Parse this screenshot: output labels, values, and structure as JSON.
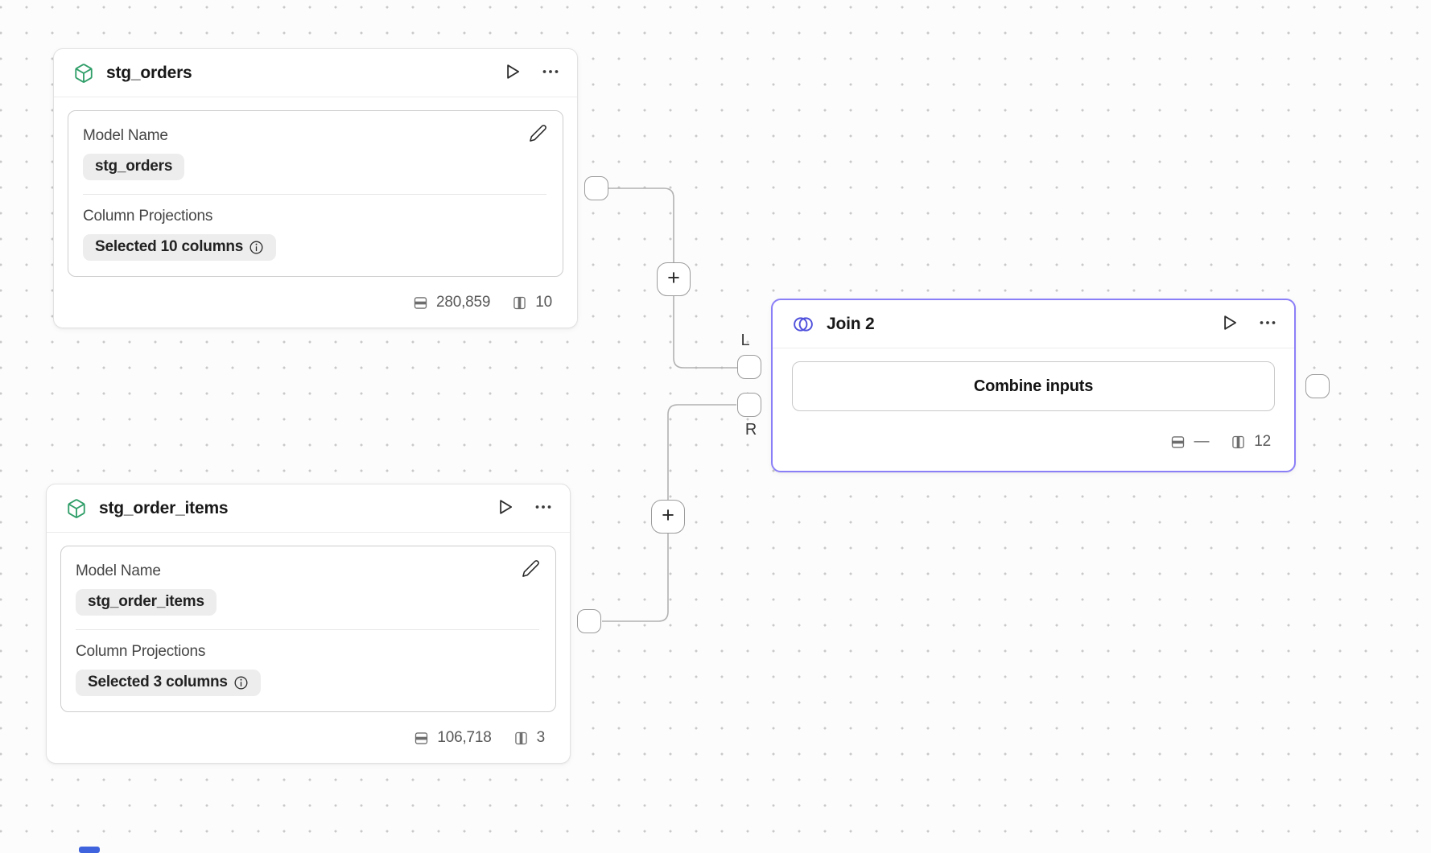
{
  "canvas": {
    "background": "#fcfcfc",
    "dot_color": "#c9c9c9",
    "wire_color": "#b2b2b2"
  },
  "colors": {
    "model_icon_green": "#2f9e68",
    "join_icon_indigo": "#4f50dc",
    "join_selected_border": "#8b7ff7",
    "scrollbar_blue": "#3e63dd"
  },
  "icons": {
    "model_type": "cube-icon",
    "join_type": "venn-circles-icon",
    "run": "play-icon",
    "menu": "ellipsis-icon",
    "edit": "pencil-icon",
    "info": "info-circle-icon",
    "rows": "table-rows-icon",
    "columns": "table-columns-icon"
  },
  "nodes": {
    "stg_orders": {
      "title": "stg_orders",
      "model_name_label": "Model Name",
      "model_name_value": "stg_orders",
      "column_projections_label": "Column Projections",
      "column_projections_value": "Selected 10 columns",
      "row_count": "280,859",
      "column_count": "10"
    },
    "stg_order_items": {
      "title": "stg_order_items",
      "model_name_label": "Model Name",
      "model_name_value": "stg_order_items",
      "column_projections_label": "Column Projections",
      "column_projections_value": "Selected 3 columns",
      "row_count": "106,718",
      "column_count": "3"
    },
    "join2": {
      "title": "Join 2",
      "combine_button_label": "Combine inputs",
      "row_count": "—",
      "column_count": "12"
    }
  },
  "connections": {
    "left_port_label": "L",
    "right_port_label": "R",
    "add_button_glyph": "+"
  }
}
